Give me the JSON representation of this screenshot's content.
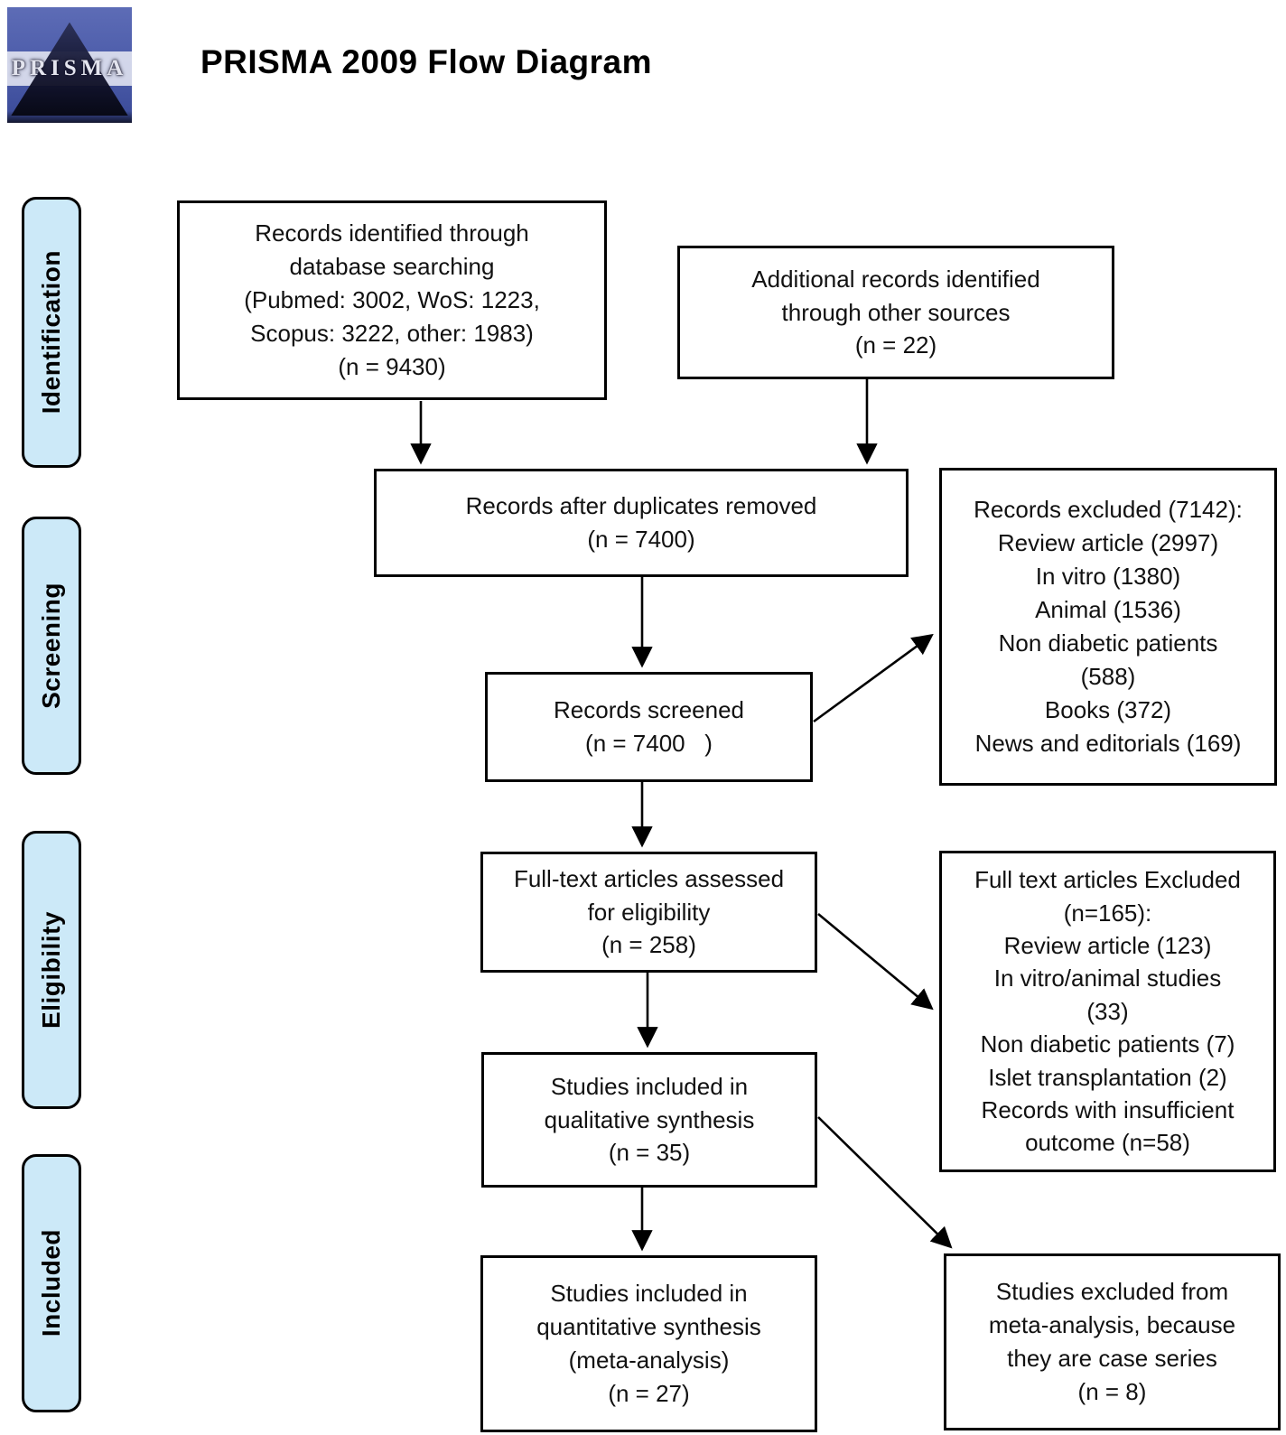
{
  "title": "PRISMA 2009 Flow Diagram",
  "logo": {
    "text": "PRISMA"
  },
  "stages": [
    {
      "label": "Identification"
    },
    {
      "label": "Screening"
    },
    {
      "label": "Eligibility"
    },
    {
      "label": "Included"
    }
  ],
  "boxes": {
    "records_identified": {
      "text": "Records identified through\ndatabase searching\n(Pubmed: 3002, WoS: 1223,\nScopus: 3222, other: 1983)\n(n = 9430)"
    },
    "additional_records": {
      "text": "Additional records identified\nthrough other sources\n(n = 22)"
    },
    "duplicates_removed": {
      "text": "Records after duplicates removed\n(n = 7400)"
    },
    "records_screened": {
      "text": "Records screened\n(n = 7400   )"
    },
    "records_excluded": {
      "text": "Records excluded (7142):\nReview article (2997)\nIn vitro (1380)\nAnimal (1536)\nNon diabetic patients\n(588)\nBooks (372)\nNews and editorials (169)"
    },
    "fulltext_assessed": {
      "text": "Full-text articles assessed\nfor eligibility\n(n = 258)"
    },
    "fulltext_excluded": {
      "text": "Full text articles Excluded\n(n=165):\nReview article (123)\nIn vitro/animal studies\n(33)\nNon diabetic patients (7)\nIslet transplantation (2)\nRecords with insufficient\noutcome (n=58)"
    },
    "qualitative_synthesis": {
      "text": "Studies included in\nqualitative synthesis\n(n = 35)"
    },
    "quantitative_synthesis": {
      "text": "Studies included in\nquantitative synthesis\n(meta-analysis)\n(n = 27)"
    },
    "excluded_meta_analysis": {
      "text": "Studies excluded from\nmeta-analysis, because\nthey are case series\n(n = 8)"
    }
  },
  "colors": {
    "stage_fill": "#cce9f8",
    "line": "#000000",
    "box_border": "#000000"
  }
}
